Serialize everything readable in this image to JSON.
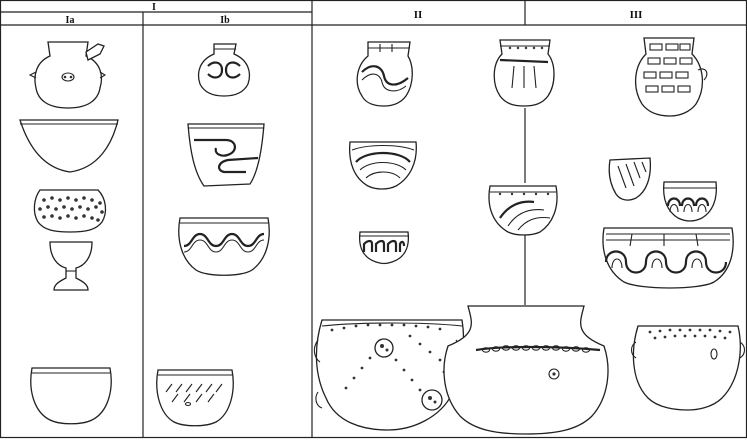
{
  "headers": {
    "group_I": "I",
    "sub_Ia": "Ia",
    "sub_Ib": "Ib",
    "group_II": "II",
    "group_III": "III"
  }
}
